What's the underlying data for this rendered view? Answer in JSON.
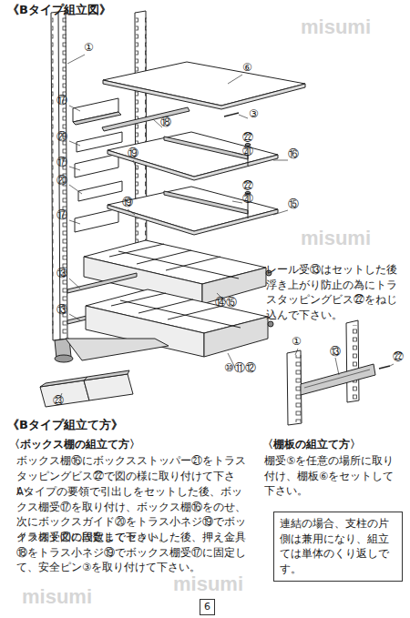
{
  "diagram": {
    "title": "《Bタイプ組立図》",
    "nodes": [
      {
        "text": [
          "連結の場合、支柱の片側は兼用になり、組立ては単体のくり返しです。"
        ]
      },
      {
        "text": [
          "6"
        ]
      }
    ],
    "labels": [
      "①",
      "⑥",
      "⑰",
      "③",
      "⑱",
      "⑳",
      "㉒",
      "㉑",
      "⑲",
      "⑯",
      "⑰",
      "⑳",
      "㉒",
      "㉑",
      "⑲",
      "⑮",
      "⑰",
      "⑬",
      "⑭⑮",
      "⑬",
      "⑩⑪⑫",
      "㉓",
      "①",
      "⑬",
      "㉒",
      "レール受⑬はセットした後浮き上がり防止の為にトラスタッピングビス㉒をねじ込んで下さい。",
      "《Bタイプ組立て方》",
      "〈ボックス棚の組立て方〉",
      "ボックス棚⑯にボックスストッパー㉑をトラスタッピングビス㉒で図の様に取り付けて下さい。",
      "Aタイプの要領で引出しをセットした後、ボックス棚受⑰を取り付け、ボックス棚⑯をのせ、次にボックスガイド⑳をトラス小ネジ⑲でボックス棚受⑰に固定して下さい。",
      "イラスト図の段数までセットした後、押え金具⑱をトラス小ネジ⑲でボックス棚受⑰に固定して、安全ピン③を取り付けて下さい。",
      "〈棚板の組立て方〉",
      "棚受⑤を任意の場所に取り付け、棚板⑥をセットして下さい。",
      "misumi",
      "misumi",
      "misumi",
      "misumi"
    ]
  }
}
